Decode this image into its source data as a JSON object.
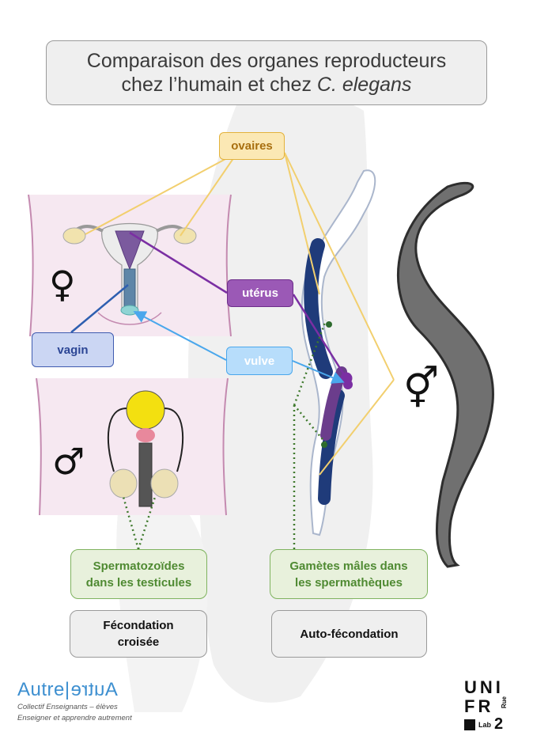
{
  "title": {
    "line1": "Comparaison des organes reproducteurs",
    "line2_prefix": "chez l’humain et chez ",
    "line2_italic": "C. elegans"
  },
  "labels": {
    "ovaires": "ovaires",
    "uterus": "utérus",
    "vagin": "vagin",
    "vulve": "vulve",
    "sperm_human_line1": "Spermatozoïdes",
    "sperm_human_line2": "dans les testicules",
    "sperm_worm_line1": "Gamètes mâles dans",
    "sperm_worm_line2": "les spermathèques",
    "fec_human_line1": "Fécondation",
    "fec_human_line2": "croisée",
    "fec_worm": "Auto-fécondation"
  },
  "symbols": {
    "female": "♀",
    "male": "♂",
    "hermaphrodite": "⚥"
  },
  "footer": {
    "logo_left": "Autre",
    "logo_mirror": "Autre",
    "logo_sep": "|",
    "sub1": "Collectif Enseignants – élèves",
    "sub2": "Enseigner et apprendre autrement",
    "unifr_line1": "UNI",
    "unifr_line2": "FR",
    "unifr_rue": "Rue",
    "unifr_lab": "Lab",
    "unifr_num": "2"
  },
  "colors": {
    "ovaires": "#e8b94a",
    "uterus": "#7b2fa3",
    "vagin": "#2e5fb0",
    "vulve": "#4aa7ec",
    "sperm": "#4f8a32",
    "skin": "#f6e8f1",
    "skin_border": "#c48ab0"
  }
}
